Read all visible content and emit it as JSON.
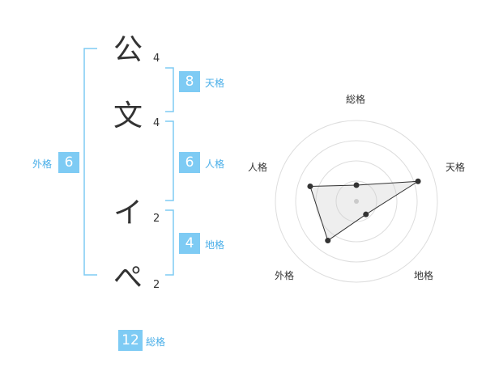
{
  "name_chars": [
    {
      "char": "公",
      "strokes": "4"
    },
    {
      "char": "文",
      "strokes": "4"
    },
    {
      "char": "イ",
      "strokes": "2"
    },
    {
      "char": "ぺ",
      "strokes": "2"
    }
  ],
  "grades": {
    "tenkaku": {
      "value": "8",
      "label": "天格"
    },
    "jinkaku": {
      "value": "6",
      "label": "人格"
    },
    "chikaku": {
      "value": "4",
      "label": "地格"
    },
    "gaikaku": {
      "value": "6",
      "label": "外格"
    },
    "soukaku": {
      "value": "12",
      "label": "総格"
    }
  },
  "colors": {
    "accent": "#7ecbf4",
    "accent_text": "#49aee8",
    "bracket": "#7ecbf4"
  },
  "chart_data": {
    "type": "radar",
    "axes": [
      "総格",
      "天格",
      "地格",
      "外格",
      "人格"
    ],
    "values": [
      1,
      4,
      1,
      3,
      3
    ],
    "max": 5,
    "rings": 4
  }
}
